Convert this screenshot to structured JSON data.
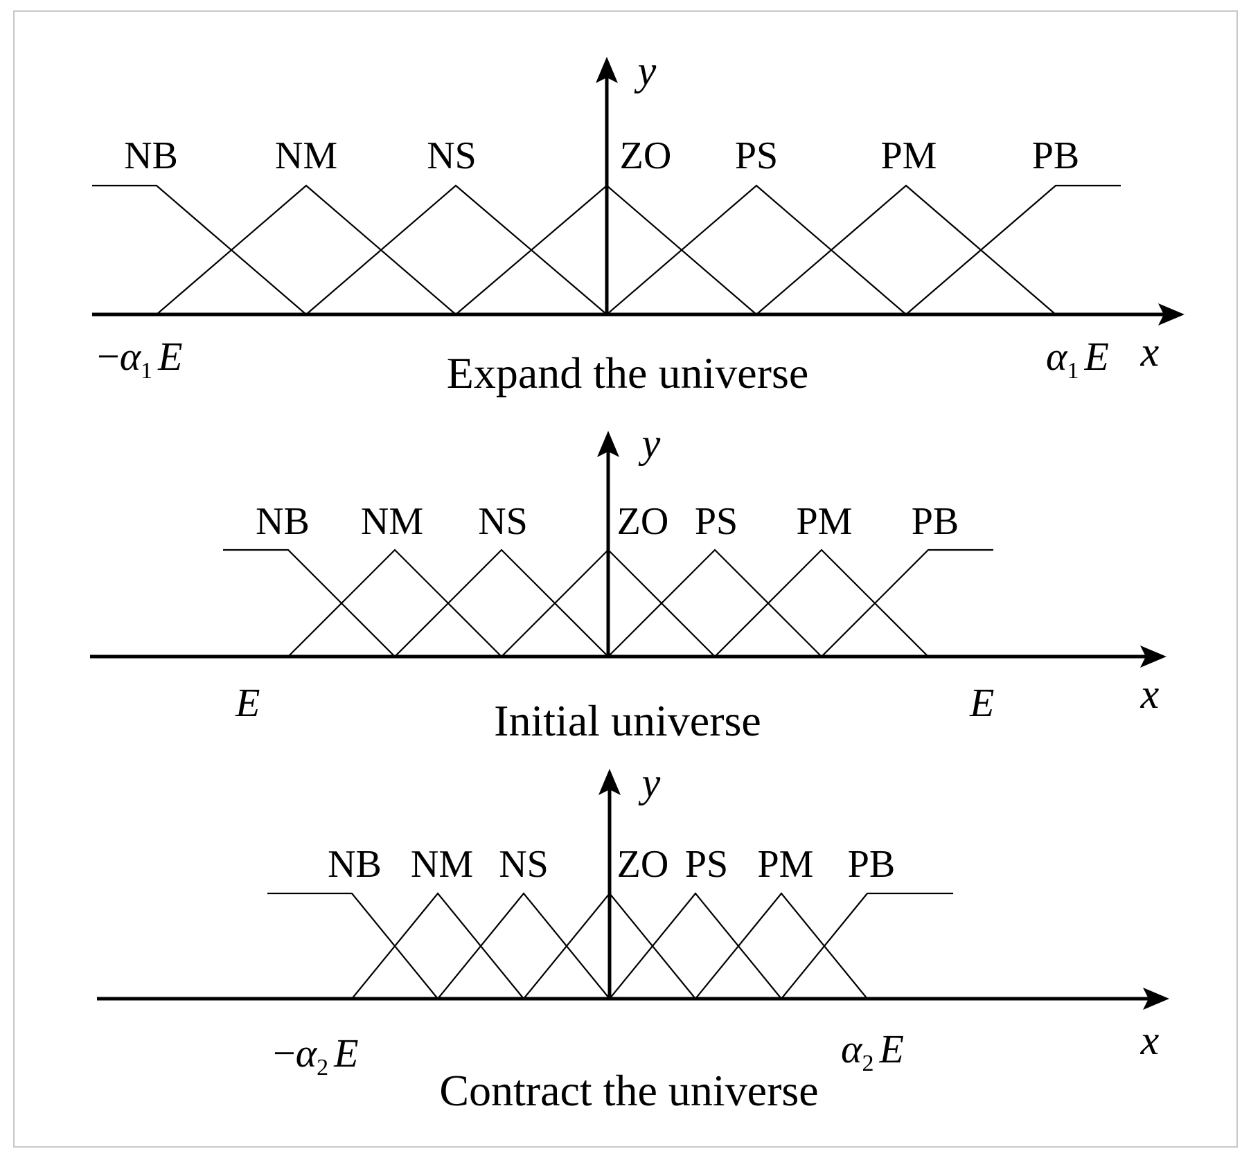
{
  "axis_labels": {
    "x": "x",
    "y": "y"
  },
  "set_labels": [
    "NB",
    "NM",
    "NS",
    "ZO",
    "PS",
    "PM",
    "PB"
  ],
  "panels": [
    {
      "caption": "Expand the universe",
      "left_bound": {
        "sign": "−",
        "symbol": "α",
        "sub": "1",
        "var": "E"
      },
      "right_bound": {
        "sign": "",
        "symbol": "α",
        "sub": "1",
        "var": "E"
      }
    },
    {
      "caption": "Initial universe",
      "left_bound": {
        "sign": "",
        "symbol": "",
        "sub": "",
        "var": "E"
      },
      "right_bound": {
        "sign": "",
        "symbol": "",
        "sub": "",
        "var": "E"
      }
    },
    {
      "caption": "Contract the universe",
      "left_bound": {
        "sign": "−",
        "symbol": "α",
        "sub": "2",
        "var": "E"
      },
      "right_bound": {
        "sign": "",
        "symbol": "α",
        "sub": "2",
        "var": "E"
      }
    }
  ]
}
